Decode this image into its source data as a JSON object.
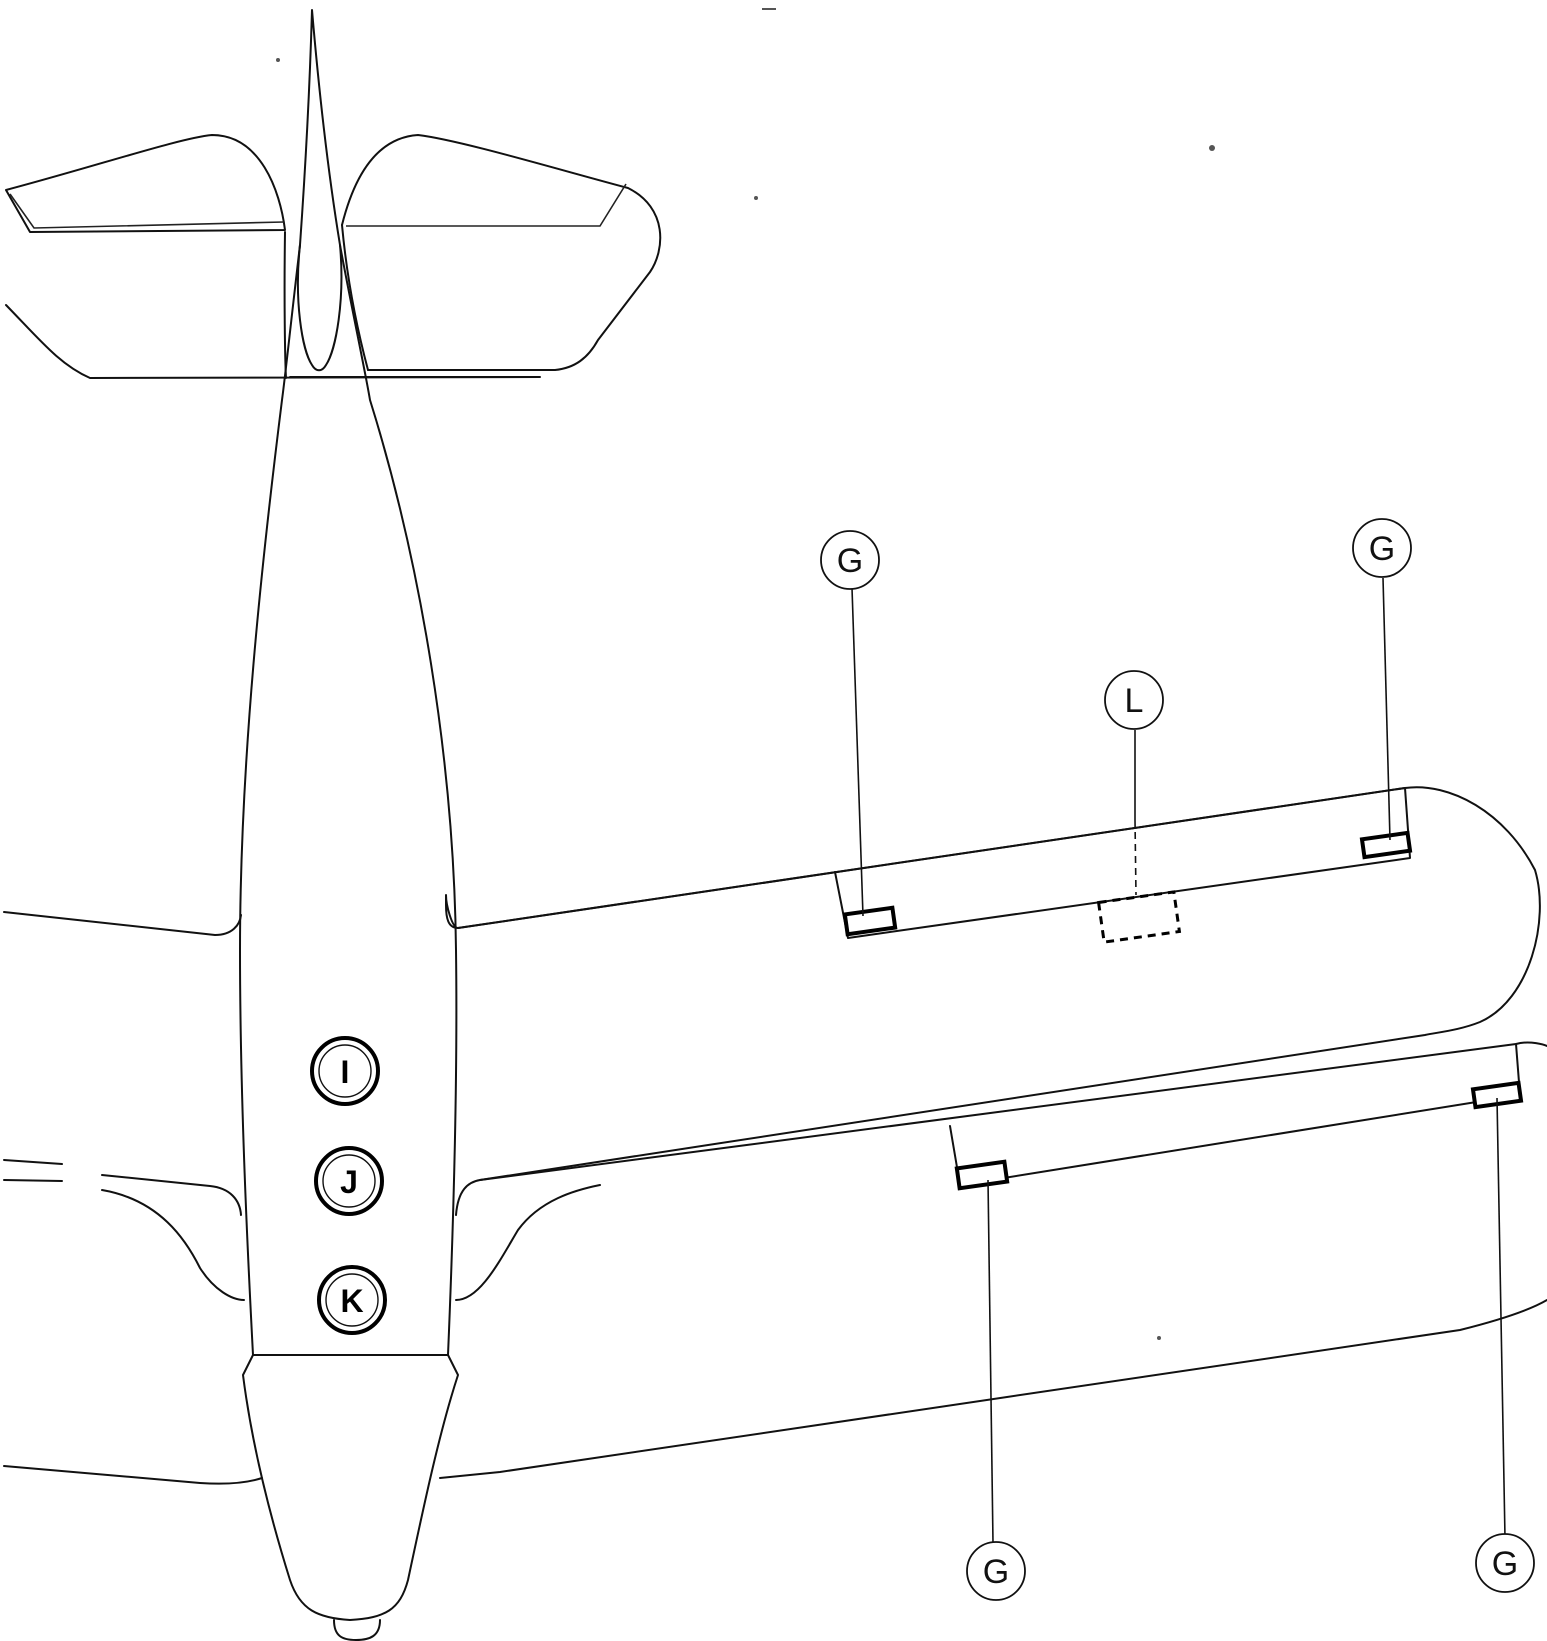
{
  "callouts": {
    "g_upper_left": "G",
    "g_upper_right": "G",
    "l_center": "L",
    "g_lower_left": "G",
    "g_lower_right": "G",
    "i_fuselage": "I",
    "j_fuselage": "J",
    "k_fuselage": "K"
  }
}
